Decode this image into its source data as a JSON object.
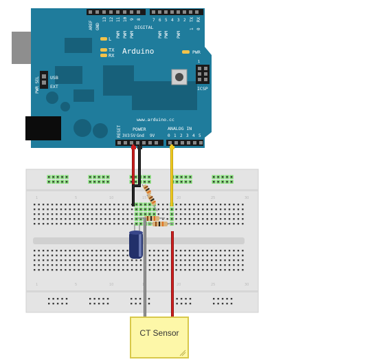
{
  "arduino": {
    "brand": "Arduino",
    "url": "www.arduino.cc",
    "digital_label": "DIGITAL",
    "digital_pins_left": [
      "AREF",
      "GND",
      "13",
      "12",
      "11",
      "10",
      "9",
      "8"
    ],
    "digital_pins_right": [
      "7",
      "6",
      "5",
      "4",
      "3",
      "2",
      "1",
      "0"
    ],
    "pwm_label": "PWM",
    "tx_label": "TX",
    "rx_label": "RX",
    "tx_pin": "TX",
    "rx_pin": "RX",
    "led_l": "L",
    "led_tx": "TX",
    "led_rx": "RX",
    "pwr_led": "PWR",
    "icsp_label": "ICSP",
    "icsp_num": "1",
    "pwr_sel": "PWR SEL",
    "usb_label": "USB",
    "ext_label": "EXT",
    "power_header": "POWER",
    "power_pins": [
      "3V3",
      "5V",
      "Gnd",
      "9V"
    ],
    "reset_label": "RESET",
    "analog_header": "ANALOG IN",
    "analog_pins": [
      "0",
      "1",
      "2",
      "3",
      "4",
      "5"
    ]
  },
  "breadboard": {
    "column_numbers": [
      "1",
      "5",
      "10",
      "15",
      "20",
      "25",
      "30"
    ]
  },
  "sensor": {
    "label": "CT Sensor"
  },
  "colors": {
    "board_blue": "#1f7c9c",
    "board_dark": "#17607a",
    "wire_red": "#cc1f1f",
    "wire_black": "#1a1a1a",
    "wire_yellow": "#e6c21a",
    "wire_gray": "#8a8a8a",
    "sensor_fill": "#fdf7a8",
    "sensor_border": "#d8c84a",
    "highlight_green": "#7ddc70"
  }
}
